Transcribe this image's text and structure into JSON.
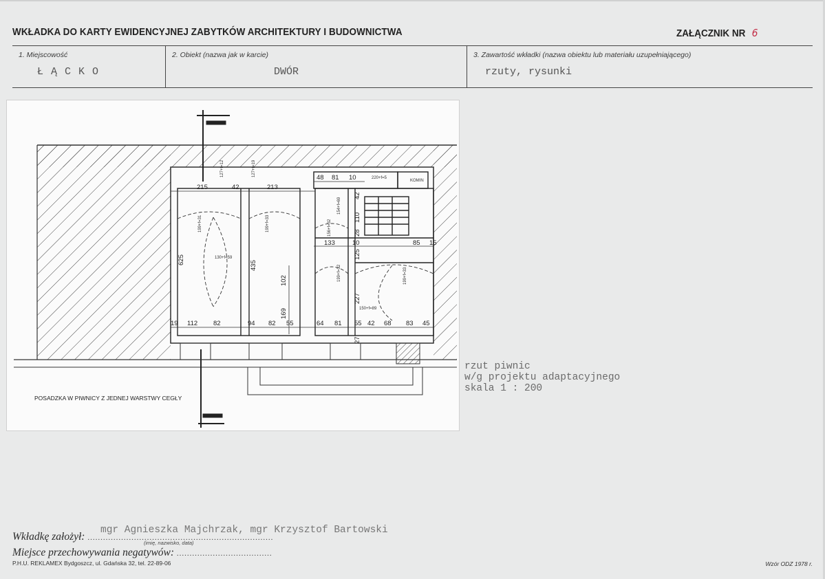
{
  "header": {
    "title": "WKŁADKA DO KARTY EWIDENCYJNEJ ZABYTKÓW ARCHITEKTURY I BUDOWNICTWA",
    "annex_label": "ZAŁĄCZNIK NR",
    "annex_number": "6"
  },
  "fields": [
    {
      "label": "1. Miejscowość",
      "value": "Ł Ą C K O"
    },
    {
      "label": "2. Obiekt (nazwa jak w karcie)",
      "value": "DWÓR"
    },
    {
      "label": "3. Zawartość wkładki (nazwa obiektu lub materiału uzupełniającego)",
      "value": "rzuty, rysunki"
    }
  ],
  "plan": {
    "note": "POSADZKA W PIWNICY Z JEDNEJ WARSTWY CEGŁY",
    "chimney_label": "KOMIN",
    "dimensions_top": [
      "215",
      "42",
      "213",
      "48",
      "81",
      "10"
    ],
    "dimensions_mid_right": [
      "133",
      "10",
      "85",
      "15"
    ],
    "dimensions_bottom": [
      "19",
      "112",
      "82",
      "94",
      "82",
      "55",
      "64",
      "81",
      "55",
      "42",
      "68",
      "83",
      "45"
    ],
    "dimensions_vertical": [
      "625",
      "435",
      "102",
      "169",
      "227",
      "125",
      "110",
      "28",
      "42",
      "27"
    ],
    "vault_labels": [
      "199+f=31",
      "199+f=33",
      "130+f=59",
      "150+f=89",
      "154+f=69",
      "156+f=32",
      "199+f=32",
      "199+f=33",
      "127+f=12",
      "127+f=19",
      "220+f=5"
    ]
  },
  "caption": {
    "line1": "rzut piwnic",
    "line2": "w/g projektu adaptacyjnego",
    "line3": "skala 1 : 200"
  },
  "footer": {
    "founder_label": "Wkładkę założył:",
    "founder_value": "mgr Agnieszka Majchrzak, mgr Krzysztof Bartowski",
    "founder_hint": "(imię, nazwisko, data)",
    "negatives_label": "Miejsce przechowywania negatywów:",
    "printer": "P.H.U. REKLAMEX Bydgoszcz, ul. Gdańska 32, tel. 22-89-06",
    "model": "Wzór ODZ 1978 r."
  },
  "colors": {
    "paper": "#e9eaea",
    "ink": "#2a2a2a",
    "annex_number": "#c4314a"
  }
}
